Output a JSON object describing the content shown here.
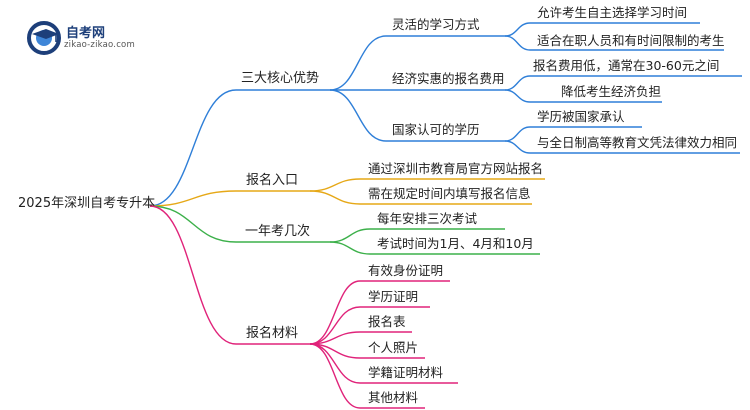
{
  "logo": {
    "title": "自考网",
    "subtitle": "zikao-zikao.com",
    "icon": "graduation-cap-icon",
    "color": "#1d3f7a"
  },
  "mindmap": {
    "root": "2025年深圳自考专升本",
    "branches": [
      {
        "label": "三大核心优势",
        "color": "#2f7fd8",
        "children": [
          {
            "label": "灵活的学习方式",
            "children": [
              "允许考生自主选择学习时间",
              "适合在职人员和有时间限制的考生"
            ]
          },
          {
            "label": "经济实惠的报名费用",
            "children": [
              "报名费用低，通常在30-60元之间",
              "降低考生经济负担"
            ]
          },
          {
            "label": "国家认可的学历",
            "children": [
              "学历被国家承认",
              "与全日制高等教育文凭法律效力相同"
            ]
          }
        ]
      },
      {
        "label": "报名入口",
        "color": "#e6a817",
        "children": [
          "通过深圳市教育局官方网站报名",
          "需在规定时间内填写报名信息"
        ]
      },
      {
        "label": "一年考几次",
        "color": "#3cb04a",
        "children": [
          "每年安排三次考试",
          "考试时间为1月、4月和10月"
        ]
      },
      {
        "label": "报名材料",
        "color": "#e0237a",
        "children": [
          "有效身份证明",
          "学历证明",
          "报名表",
          "个人照片",
          "学籍证明材料",
          "其他材料"
        ]
      }
    ]
  }
}
